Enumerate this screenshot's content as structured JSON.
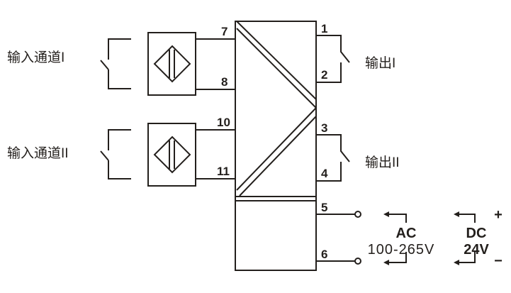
{
  "inputs": [
    {
      "label": "输入通道I",
      "terminals": [
        "7",
        "8"
      ]
    },
    {
      "label": "输入通道II",
      "terminals": [
        "10",
        "11"
      ]
    }
  ],
  "outputs": [
    {
      "label": "输出I",
      "terminals": [
        "1",
        "2"
      ]
    },
    {
      "label": "输出II",
      "terminals": [
        "3",
        "4"
      ]
    }
  ],
  "power": {
    "terminals": [
      "5",
      "6"
    ],
    "ac": {
      "type": "AC",
      "voltage": "100-265V"
    },
    "dc": {
      "type": "DC",
      "voltage": "24V"
    },
    "plus": "+",
    "minus": "−"
  },
  "colors": {
    "line": "#231f1c",
    "background": "#ffffff"
  }
}
